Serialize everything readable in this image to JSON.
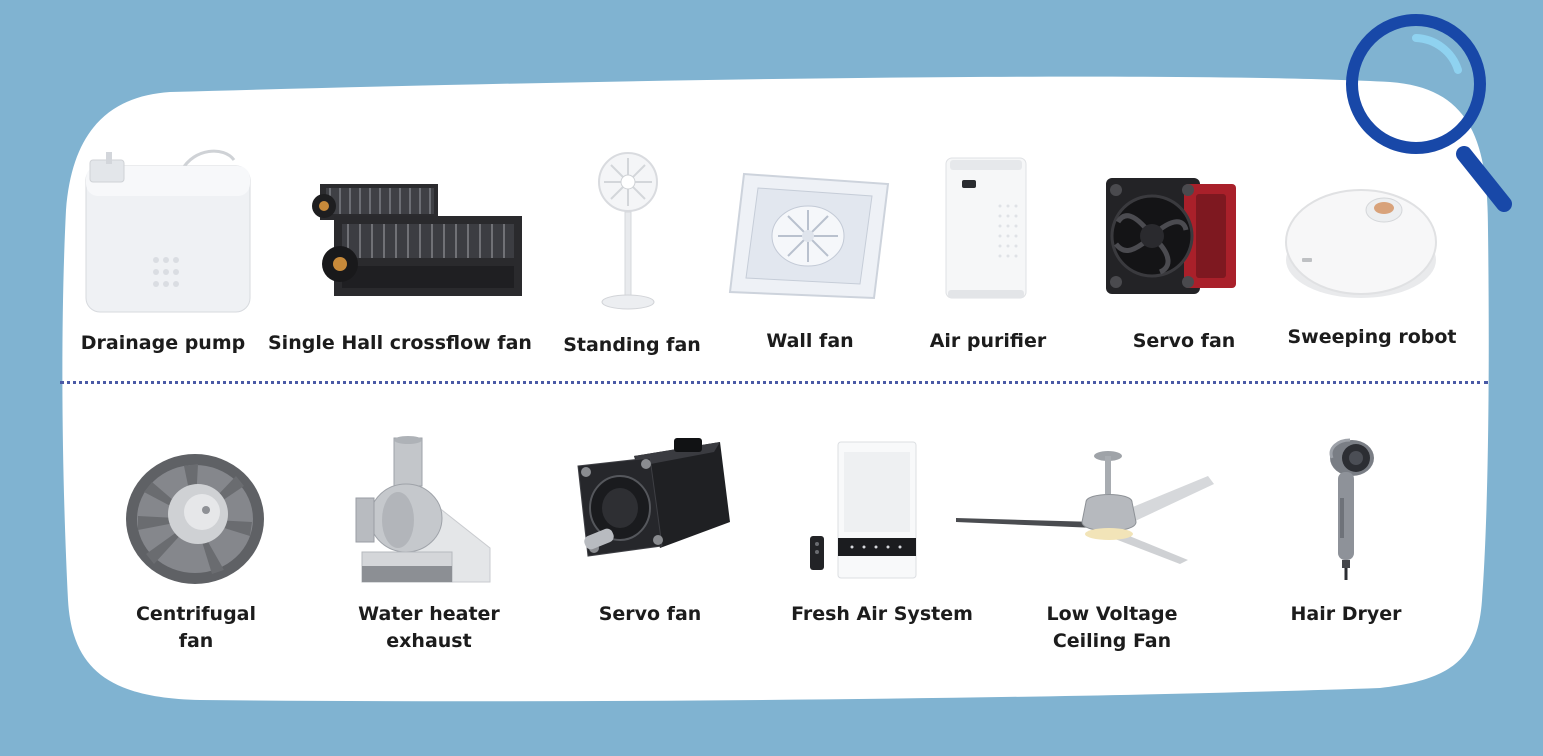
{
  "top_row": [
    {
      "name": "Drainage pump",
      "icon": "drainage-pump-icon"
    },
    {
      "name": "Single Hall crossflow fan",
      "icon": "crossflow-fan-icon"
    },
    {
      "name": "Standing fan",
      "icon": "standing-fan-icon"
    },
    {
      "name": "Wall fan",
      "icon": "wall-fan-icon"
    },
    {
      "name": "Air purifier",
      "icon": "air-purifier-icon"
    },
    {
      "name": "Servo fan",
      "icon": "server-fan-icon"
    },
    {
      "name": "Sweeping robot",
      "icon": "sweeping-robot-icon"
    }
  ],
  "bottom_row": [
    {
      "name_line1": "Centrifugal",
      "name_line2": "fan",
      "icon": "centrifugal-fan-icon"
    },
    {
      "name_line1": "Water heater",
      "name_line2": "exhaust",
      "icon": "water-heater-exhaust-icon"
    },
    {
      "name_line1": "Servo fan",
      "name_line2": "",
      "icon": "servo-motor-icon"
    },
    {
      "name_line1": "Fresh Air System",
      "name_line2": "",
      "icon": "fresh-air-system-icon"
    },
    {
      "name_line1": "Low Voltage",
      "name_line2": "Ceiling Fan",
      "icon": "ceiling-fan-icon"
    },
    {
      "name_line1": "Hair Dryer",
      "name_line2": "",
      "icon": "hair-dryer-icon"
    }
  ],
  "colors": {
    "background": "#80b3d1",
    "card": "#ffffff",
    "divider": "#4a5aa6",
    "magnifier": "#1848a8",
    "magnifier_glint": "#8fd2f0"
  }
}
